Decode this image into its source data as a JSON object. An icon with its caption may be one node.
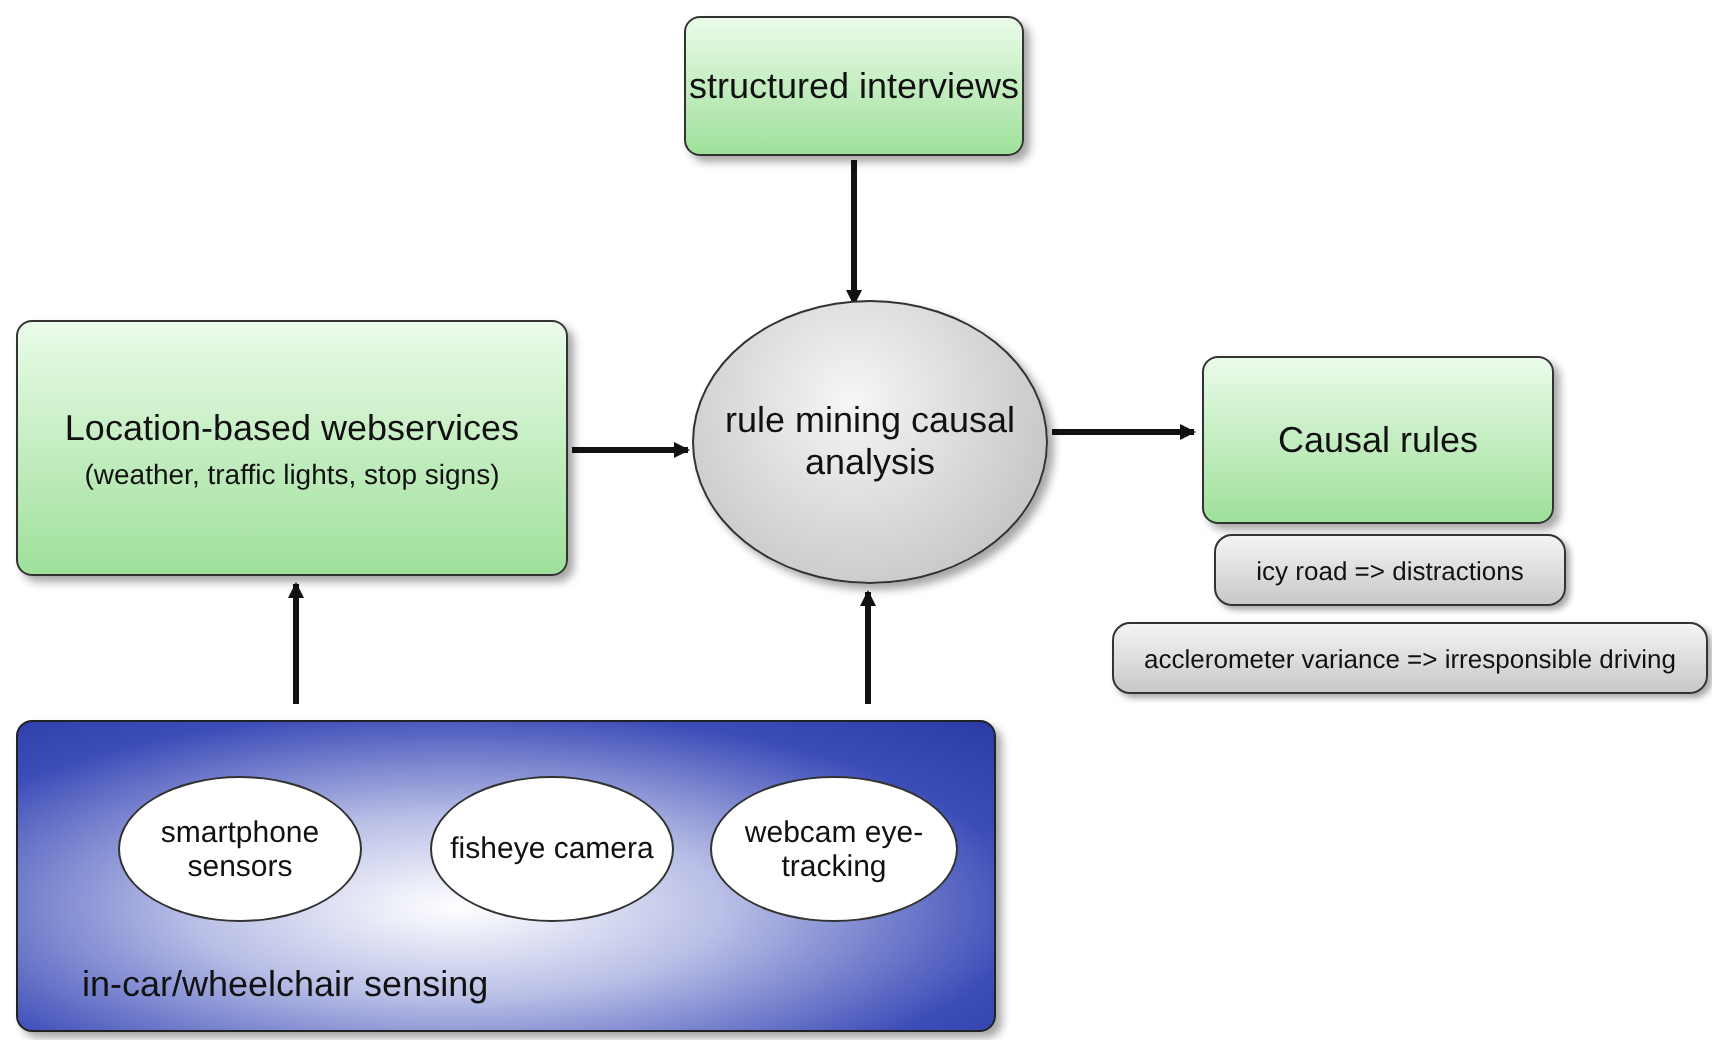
{
  "diagram": {
    "nodes": [
      {
        "text": [
          "structured interviews"
        ]
      },
      {
        "text": [
          "Location-based webservices",
          "(weather, traffic lights, stop signs)"
        ]
      },
      {
        "text": [
          "rule mining causal analysis"
        ]
      },
      {
        "text": [
          "Causal rules"
        ]
      },
      {
        "text": [
          "icy road => distractions"
        ]
      },
      {
        "text": [
          "acclerometer variance => irresponsible driving"
        ]
      },
      {
        "text": [
          "in-car/wheelchair sensing"
        ]
      },
      {
        "text": [
          "smartphone sensors"
        ],
        "in": 6
      },
      {
        "text": [
          "fisheye camera"
        ],
        "in": 6
      },
      {
        "text": [
          "webcam eye-tracking"
        ],
        "in": 6
      }
    ],
    "edges": [
      {
        "from": 0,
        "to": 2,
        "arrow": "to"
      },
      {
        "from": 1,
        "to": 2,
        "arrow": "to"
      },
      {
        "from": 2,
        "to": 3,
        "arrow": "to"
      },
      {
        "from": 6,
        "to": 1,
        "arrow": "to"
      },
      {
        "from": 6,
        "to": 2,
        "arrow": "to"
      }
    ]
  }
}
